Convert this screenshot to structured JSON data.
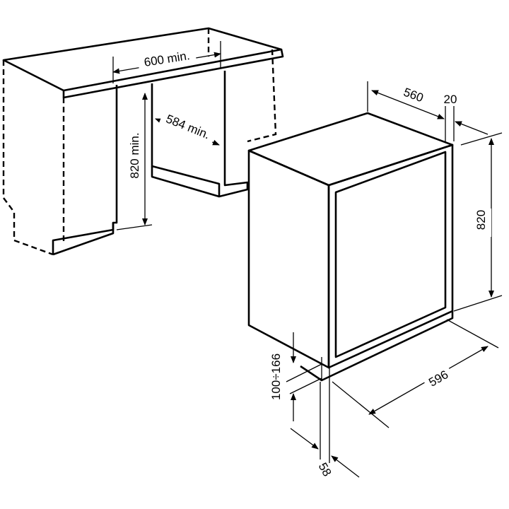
{
  "diagram": {
    "type": "built-in dishwasher installation drawing",
    "cabinet_labels": {
      "width_min": "600 min.",
      "depth_min": "584 min.",
      "height_min": "820 min."
    },
    "appliance_labels": {
      "depth": "560",
      "door_offset": "20",
      "height": "820",
      "width": "596",
      "plinth_height": "100÷166",
      "plinth_depth": "58"
    }
  }
}
